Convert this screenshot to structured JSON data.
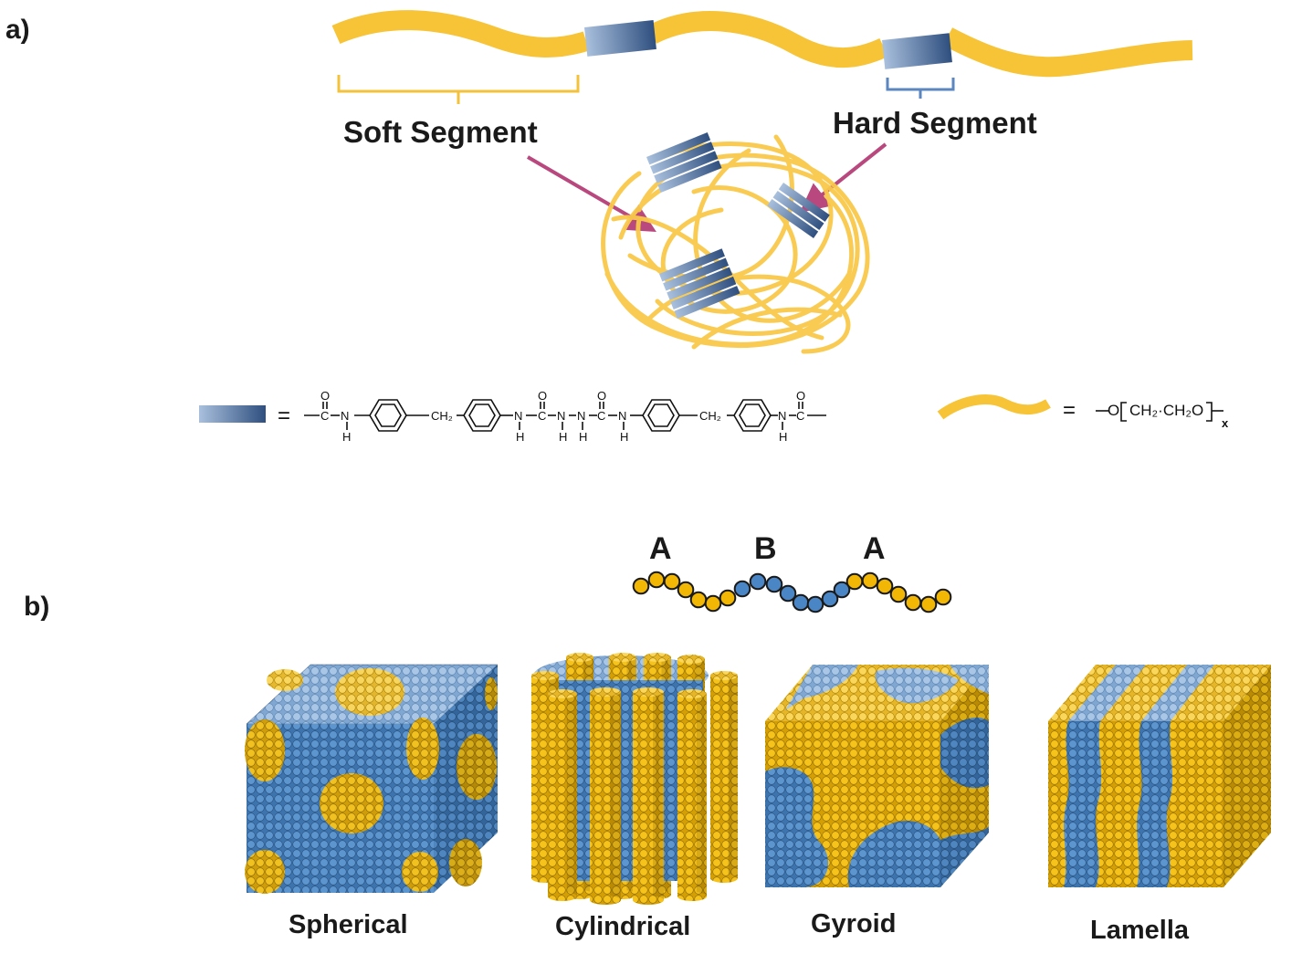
{
  "panels": {
    "a": "a)",
    "b": "b)"
  },
  "segments": {
    "soft": "Soft Segment",
    "hard": "Hard Segment"
  },
  "equals": "=",
  "hard_structure": {
    "c": "C",
    "o": "O",
    "n": "N",
    "h": "H",
    "ch2": "CH₂",
    "description": "—C(=O)—NH—C6H4—CH2—C6H4—NH—C(=O)—NH—NH—C(=O)—NH—C6H4—CH2—C6H4—NH—C(=O)—"
  },
  "soft_formula": {
    "text": "—O[CH₂·CH₂O]",
    "subscript": "x"
  },
  "copolymer": {
    "block1": "A",
    "block2": "B",
    "block3": "A"
  },
  "morphologies": [
    "Spherical",
    "Cylindrical",
    "Gyroid",
    "Lamella"
  ],
  "colors": {
    "soft": "#f5c542",
    "hard_dark": "#3b5c8c",
    "hard_light": "#9fb7d6",
    "arrow": "#b8487e",
    "bead_yellow": "#f2b705",
    "bead_blue": "#4a86c5"
  }
}
